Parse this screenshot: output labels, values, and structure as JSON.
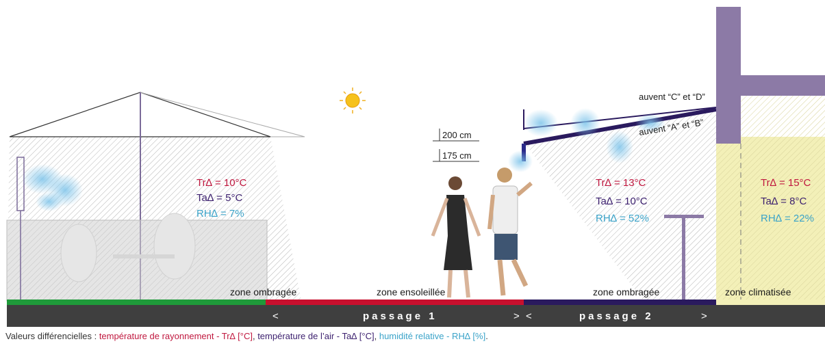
{
  "zones": {
    "left": {
      "tr": "Tr∆ = 10°C",
      "ta": "Ta∆ = 5°C",
      "rh": "RH∆ = 7%",
      "label": "zone ombragée"
    },
    "middle": {
      "label": "zone ensoleillée",
      "height_high": "200 cm",
      "height_low": "175 cm"
    },
    "right": {
      "tr": "Tr∆ = 13°C",
      "ta": "Ta∆ = 10°C",
      "rh": "RH∆ = 52%",
      "label": "zone ombragée",
      "awning_top": "auvent “C” et “D”",
      "awning_bottom": "auvent “A” et “B”"
    },
    "far_right": {
      "tr": "Tr∆ = 15°C",
      "ta": "Ta∆ = 8°C",
      "rh": "RH∆ = 22%",
      "label": "zone climatisée"
    }
  },
  "passages": {
    "p1": "passage 1",
    "p2": "passage 2",
    "arrow_left": "<",
    "arrow_right": ">"
  },
  "legend": {
    "prefix": "Valeurs différencielles : ",
    "tr": "température de rayonnement - Tr∆ [°C]",
    "sep1": ", ",
    "ta": "température de l’air - Ta∆ [°C]",
    "sep2": ", ",
    "rh": "humidité relative - RH∆ [%]",
    "suffix": "."
  },
  "colors": {
    "tr": "#c0183f",
    "ta": "#3b1f6e",
    "rh": "#3aa3c9",
    "ground_shade": "#1f9a3a",
    "ground_sun": "#c8102e",
    "ground_passage2": "#2a1a5e",
    "wall": "#8c7aa6",
    "climatised": "#f3f0b8"
  }
}
